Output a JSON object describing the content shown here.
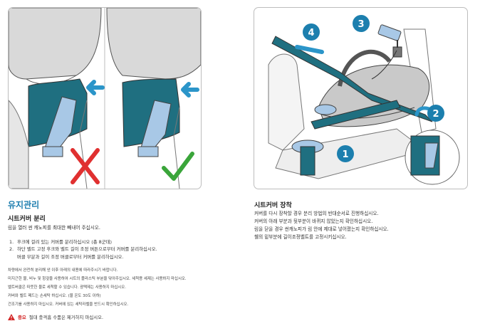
{
  "maintenance": {
    "title": "유지관리",
    "cover_removal": {
      "heading": "시트커버 분리",
      "intro": "림을 열러 썬 캐노피를 최대한 빼내어 주십시오.",
      "steps": [
        {
          "num": "1.",
          "text": "후크에 걸려 있는 커버를 분리하십시오 (총 8군데)"
        },
        {
          "num": "2.",
          "text": "하단 벨트 고정 후크와 벨트 길이 조정 버튼으로부터 커버를 분리하십시오.",
          "cont": "버클 부분과 길이 조정 버클로부터 커버를 분리하십시오."
        }
      ],
      "care_notes": [
        "차량에서 완전히 분리해 낸 이후 아래의 내용에 따라주시기 바랍니다.",
        "미지근한 물, 비누 및 헝겊을 사용하여 시트의 플라스틱 부분을 닦아주십시오. 세척용 세제는 사용하지 마십시오.",
        "벨트버클은 따뜻한 물로 세척할 수 있습니다. 광택제는 사용하지 마십시오.",
        "커버와 벨트 패드는 손세탁 하십시오. (물 온도 30도 이하)",
        "건조기를 사용하지 마십시오. 커버에 있는 세탁라벨을 반드시 확인하십시오."
      ],
      "warning": {
        "label": "중요",
        "text": "절대 충격흡 수품은 제거하지 마십시오."
      }
    }
  },
  "installation": {
    "heading": "시트커버 장착",
    "lines": [
      "커버를 다시 장착할 경우 분리 방법의 반대순서로 진행하십시오.",
      "커버의 아래 부분과 뒷부분이 바뀌지 않았는지 확인하십시오.",
      "림을 닫을 경우 썬캐노피가 림 안에 제대로 넣어졌는지 확인하십시오.",
      "쉘의 밑부분에 길이조정벨트를 고정시키십시오."
    ]
  },
  "figure_left": {
    "wrong_icon": "red-x-mark",
    "correct_icon": "green-check-mark",
    "colors": {
      "teal": "#1f6f80",
      "arrow": "#2b95c9",
      "wrong": "#e03030",
      "correct": "#3aa53a"
    }
  },
  "figure_right": {
    "step_badges": [
      "1",
      "2",
      "3",
      "4"
    ],
    "colors": {
      "badge": "#1c7fae",
      "belt": "#1f6f80"
    }
  }
}
